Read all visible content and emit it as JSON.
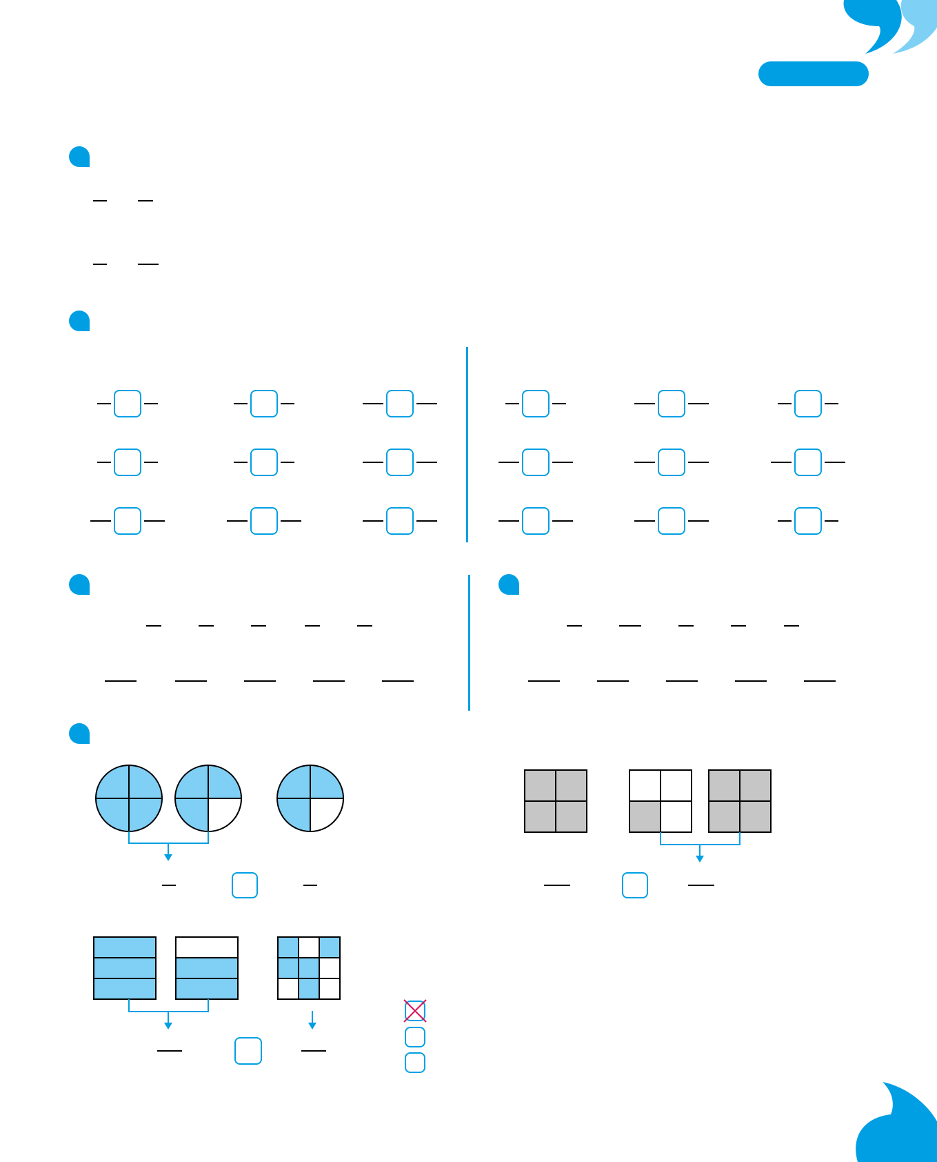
{
  "colors": {
    "accent": "#009fe3",
    "accent_light": "#7fd0f5",
    "fill_blue": "#80cff5",
    "fill_gray": "#c6c6c6",
    "check_mark": "#d4145a"
  },
  "icons": {
    "header_quote": "quote-marks-icon",
    "footer_quote": "quote-mark-icon",
    "section_bullet": "drop-bullet-icon",
    "checked_box": "crossed-checkbox-icon"
  },
  "figures": {
    "circles": [
      {
        "parts": 4,
        "shaded": 4
      },
      {
        "parts": 4,
        "shaded": 3
      },
      {
        "parts": 4,
        "shaded": 3
      }
    ],
    "gray_squares": [
      {
        "parts": 4,
        "shaded": 4
      },
      {
        "parts": 4,
        "shaded": 1
      },
      {
        "parts": 4,
        "shaded": 4
      }
    ],
    "striped_rects": [
      {
        "parts": 3,
        "shaded": 3
      },
      {
        "parts": 3,
        "shaded": 2
      }
    ],
    "grid_3x3": {
      "parts": 9,
      "shaded": 5
    },
    "answer_choices": [
      {
        "checked": true
      },
      {
        "checked": false
      },
      {
        "checked": false
      }
    ]
  }
}
